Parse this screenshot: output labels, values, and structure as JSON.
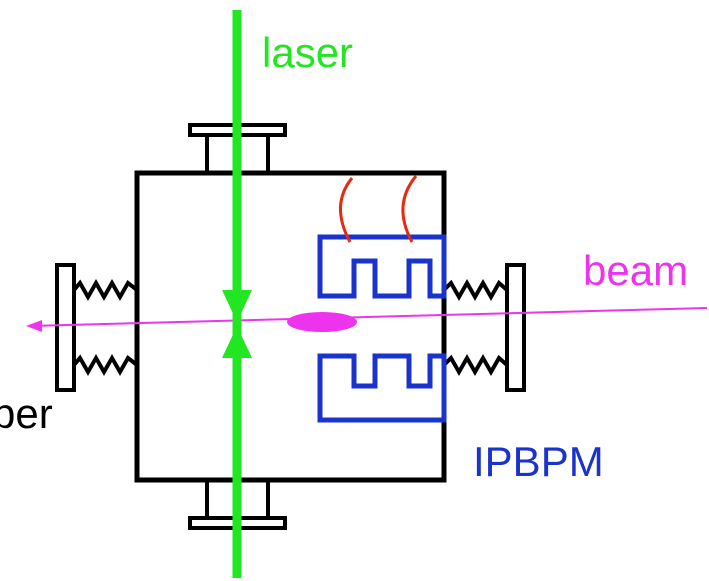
{
  "labels": {
    "laser": "laser",
    "beam": "beam",
    "ipbpm": "IPBPM",
    "chamber_partial": "ber"
  },
  "colors": {
    "laser": "#22e622",
    "beam": "#ee33ee",
    "ipbpm": "#1a33cc",
    "cable": "#e62a10",
    "chamber": "#000000"
  }
}
